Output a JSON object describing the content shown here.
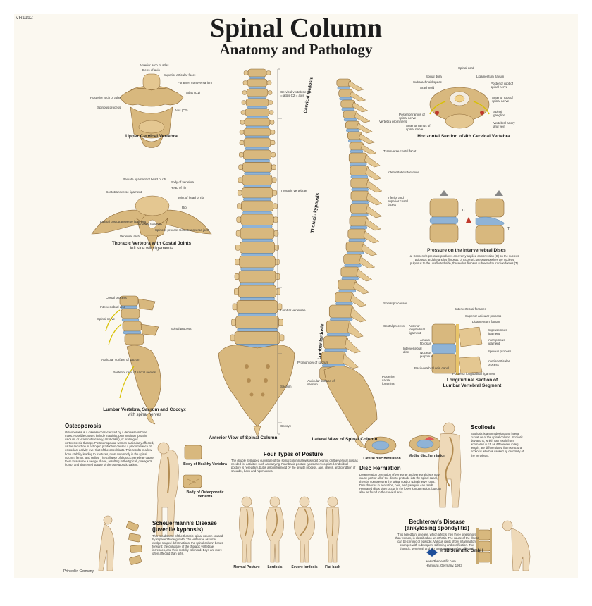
{
  "product_code": "VR1152",
  "title": "Spinal Column",
  "subtitle": "Anatomy and Pathology",
  "upper_cervical": {
    "caption": "Upper Cervical Vertebra",
    "labels": [
      "Anterior arch of atlas",
      "Dens of axis",
      "Superior articular facet",
      "Foramen transversarium",
      "Atlas (C1)",
      "Posterior arch of atlas",
      "Spinous process",
      "Axis (C2)"
    ]
  },
  "thoracic_costal": {
    "caption": "Thoracic Vertebra with Costal Joints",
    "subcaption": "left side with ligaments",
    "labels": [
      "Radiate ligament of head of rib",
      "Body of vertebra",
      "Head of rib",
      "Costotransverse ligament",
      "Joint of head of rib",
      "Rib",
      "Lateral costotransverse ligament",
      "Vertebral foramen",
      "Spinous process",
      "Costotransverse joint",
      "Vertebral arch"
    ]
  },
  "lumbar_sacrum": {
    "caption": "Lumbar Vertebra, Sacrum and Coccyx",
    "subcaption": "with spinal nerves",
    "labels": [
      "Costal process",
      "Intervertebral disc",
      "Spinal nerve",
      "Spinal process",
      "Auricular surface of sacrum",
      "Posterior rami of sacral nerves"
    ]
  },
  "anterior": {
    "caption": "Anterior View of Spinal Column",
    "regions": [
      "Cervical vertebrae C1 = atlas C2 = axis",
      "Thoracic vertebrae",
      "Lumbar vertebrae",
      "Sacrum",
      "Coccyx"
    ]
  },
  "lateral": {
    "caption": "Lateral View of Spinal Column",
    "curves": [
      "Cervical lordosis",
      "Thoracic kyphosis",
      "Lumbar lordosis"
    ],
    "labels": [
      "Vertebra prominens",
      "Transverse costal facet",
      "Intervertebral foramina",
      "Inferior and superior costal facets",
      "Spinal processes",
      "Costal process",
      "Promontory of sacrum",
      "Auricular surface of sacrum",
      "Posterior sacral foramina"
    ]
  },
  "horizontal_section": {
    "caption": "Horizontal Section of 4th Cervical Vertebra",
    "labels": [
      "Spinal cord",
      "Spinal dura",
      "Ligamentum flavum",
      "Subarachnoid space",
      "Posterior root of spinal nerve",
      "Arachnoid",
      "Anterior root of spinal nerve",
      "Spinal ganglion",
      "Posterior ramus of spinal nerve",
      "Vertebral artery and vein",
      "Anterior ramus of spinal nerve"
    ]
  },
  "pressure": {
    "caption": "Pressure on the Intervertebral Discs",
    "text": "a) Concentric pressure produces an evenly applied compression (C) on the nucleus pulposus and the anulus fibrosus. b) Eccentric pressure pushes the nucleus pulposus to the unaffected side, the anulus fibrosus subjected to traction forces (T).",
    "markers": [
      "C",
      "T"
    ]
  },
  "longitudinal": {
    "caption": "Longitudinal Section of",
    "caption2": "Lumbar Vertebral Segment",
    "labels": [
      "Intervertebral foramen",
      "Superior articular process",
      "Ligamentum flavum",
      "Supraspinous ligament",
      "Interspinous ligament",
      "Spinous process",
      "Inferior articular process",
      "Posterior longitudinal ligament",
      "Basi-vertebral vein canal",
      "Anterior longitudinal ligament",
      "Anulus fibrosus",
      "Intervertebral disc",
      "Nucleus pulposus"
    ]
  },
  "osteoporosis": {
    "heading": "Osteoporosis",
    "text": "Osteoporosis is a disease characterized by a decrease in bone mass. Possible causes include inactivity, poor nutrition (protein, calcium, or vitamin deficiency, alcoholism), or prolonged corticosteroid therapy. Postmenopausal women particularly affected, as the reduction in estrogen production causes a predominance of osteoclast activity over that of the osteoblasts. This results in a low bone stability leading to fractures, most commonly in the spinal column, femur, and radius. The collapse of thoracic vertebrae cause them to assume a wedge shape, resulting in the typical „dowager's hump\" and shortened stature of the osteoporotic patient.",
    "healthy_caption": "Body of Healthy Vertebra",
    "osteo_caption": "Body of Osteoporotic Vertebra"
  },
  "posture": {
    "heading": "Four Types of Posture",
    "text": "The double S-shaped curvature of the spinal column allows weight bearing on the vertical axis as needed for activities such as carrying. Four basic posture types are recognized. Individual posture is hereditary, but is also influenced by the growth process, age, illness, and condition of shoulder, back and hip muscles.",
    "types": [
      "Normal Posture",
      "Lordosis",
      "Severe lordosis",
      "Flat back"
    ]
  },
  "herniation_images": {
    "lateral": "Lateral disc herniation",
    "medial": "Medial disc herniation"
  },
  "disc_herniation": {
    "heading": "Disc Herniation",
    "text": "Degeneration or erosion of vertebrae and vertebral discs may cause part or all of the disc to protrude into the spinal canal, thereby compressing the spinal cord or spinal nerve roots. Disturbances in sensation, pain, and paralysis can result. Herniated discs often occur in the lower lumbar region, but can also be found in the cervical area."
  },
  "scoliosis": {
    "heading": "Scoliosis",
    "text": "Scoliosis is a term designating lateral curvature of the spinal column. Scoliotic deviations, which can result from anomalies such as differences in leg length, are differentiated from structural scoliosis which is caused by deformity of the vertebrae."
  },
  "scheuermann": {
    "heading": "Scheuermann's Disease",
    "heading2": "(juvenile kyphosis)",
    "text": "This is a disease of the thoracic spinal column caused by impaired bone growth. The vertebrae assume wedge-shaped deformations; the spinal column bends forward; the curvature of the thoracic vertebrae increases, and their mobility is limited. Boys are more often affected than girls."
  },
  "bechterew": {
    "heading": "Bechterew's Disease",
    "heading2": "(ankylosing spondylitis)",
    "text": "This hereditary disease, which affects men three times more than women, is classified as an arthritis. The cause of the illness can be chronic or episodic. Various joints show inflammatory changes with subsequent stiffening and ossification. The thoracic, vertebral, and hip joints are most often affected."
  },
  "footer": {
    "printed": "Printed in Germany",
    "brand": "© 3B Scientific GmbH",
    "url": "www.3bscientific.com",
    "address": "Hamburg, Germany, 1993"
  }
}
